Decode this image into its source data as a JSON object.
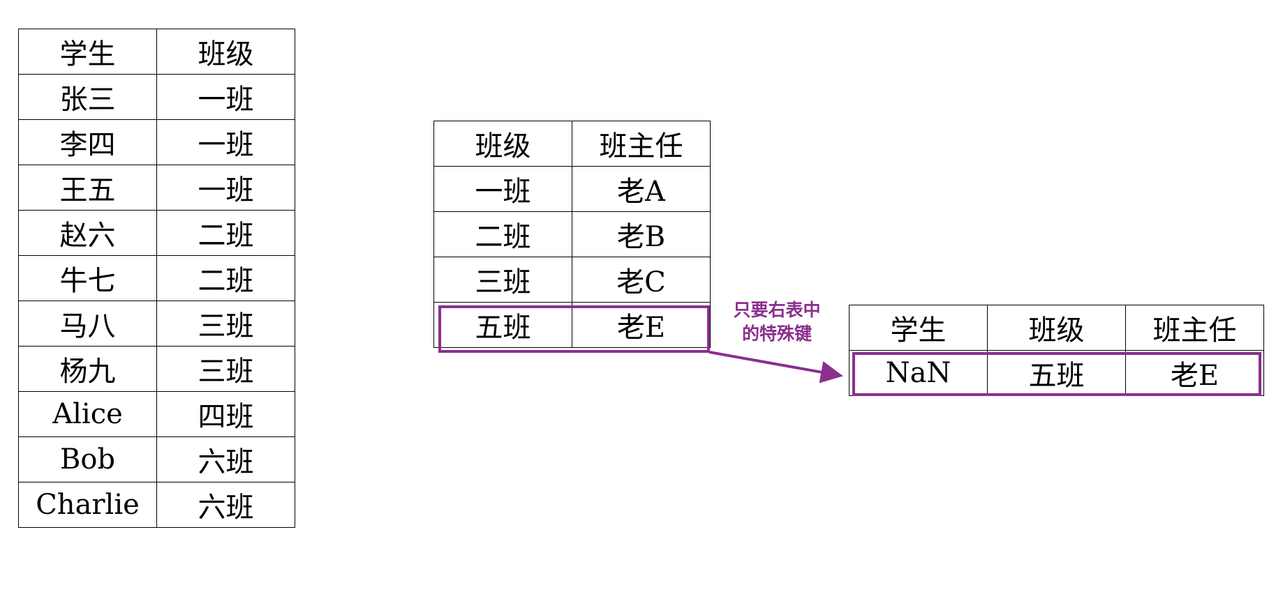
{
  "students_table": {
    "headers": [
      "学生",
      "班级"
    ],
    "rows": [
      [
        "张三",
        "一班"
      ],
      [
        "李四",
        "一班"
      ],
      [
        "王五",
        "一班"
      ],
      [
        "赵六",
        "二班"
      ],
      [
        "牛七",
        "二班"
      ],
      [
        "马八",
        "三班"
      ],
      [
        "杨九",
        "三班"
      ],
      [
        "Alice",
        "四班"
      ],
      [
        "Bob",
        "六班"
      ],
      [
        "Charlie",
        "六班"
      ]
    ]
  },
  "teachers_table": {
    "headers": [
      "班级",
      "班主任"
    ],
    "rows": [
      [
        "一班",
        "老A"
      ],
      [
        "二班",
        "老B"
      ],
      [
        "三班",
        "老C"
      ],
      [
        "五班",
        "老E"
      ]
    ]
  },
  "result_table": {
    "headers": [
      "学生",
      "班级",
      "班主任"
    ],
    "rows": [
      [
        "NaN",
        "五班",
        "老E"
      ]
    ]
  },
  "annotation": {
    "line1": "只要右表中",
    "line2": "的特殊键"
  },
  "colors": {
    "highlight": "#8b2f8f"
  }
}
